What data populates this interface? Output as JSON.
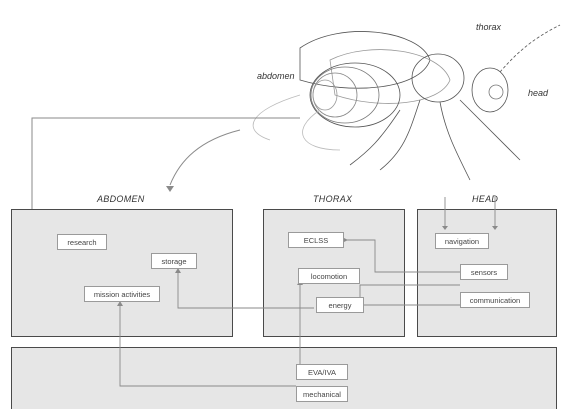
{
  "bee_labels": {
    "thorax": "thorax",
    "abdomen": "abdomen",
    "head": "head"
  },
  "regions": {
    "abdomen": {
      "title": "ABDOMEN",
      "nodes": {
        "research": "research",
        "storage": "storage",
        "mission_activities": "mission activities"
      }
    },
    "thorax": {
      "title": "THORAX",
      "nodes": {
        "eclss": "ECLSS",
        "locomotion": "locomotion",
        "energy": "energy"
      }
    },
    "head": {
      "title": "HEAD",
      "nodes": {
        "navigation": "navigation",
        "sensors": "sensors",
        "communication": "communication"
      }
    },
    "base": {
      "nodes": {
        "eva_iva": "EVA/IVA",
        "mechanical": "mechanical"
      }
    }
  },
  "colors": {
    "region_fill": "#e6e6e6",
    "region_border": "#4a4a4a",
    "line": "#8a8a8a"
  }
}
